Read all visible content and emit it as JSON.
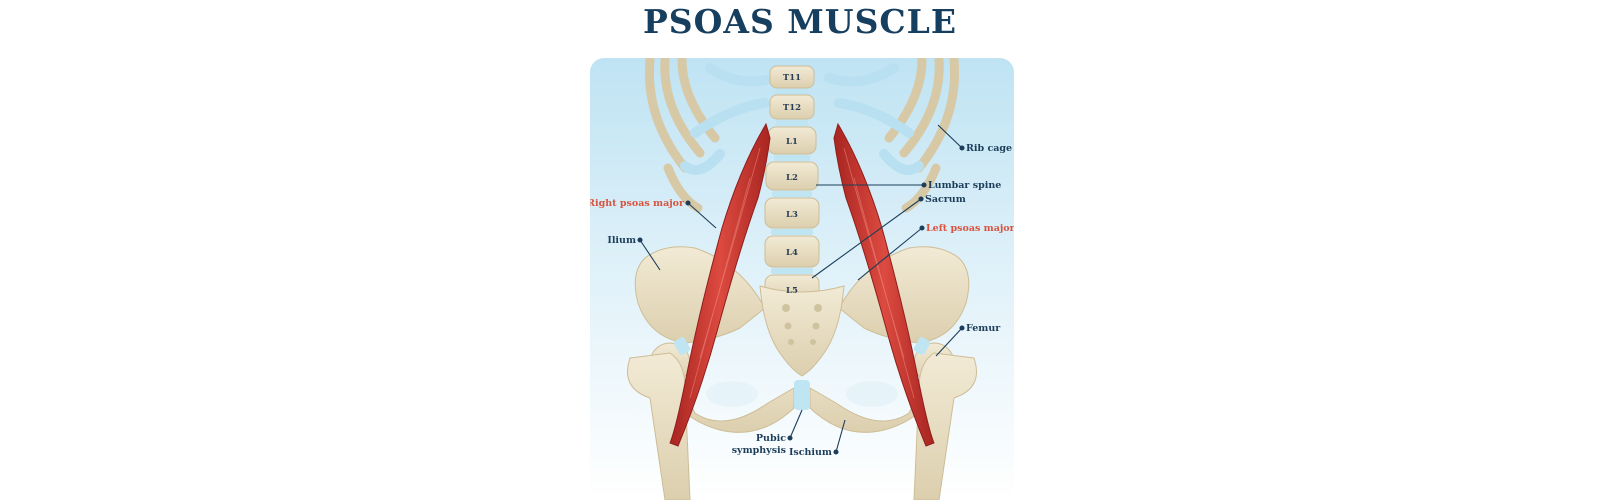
{
  "title": "PSOAS MUSCLE",
  "vertebrae": [
    "T11",
    "T12",
    "L1",
    "L2",
    "L3",
    "L4",
    "L5"
  ],
  "labels": {
    "rib_cage": "Rib cage",
    "lumbar_spine": "Lumbar spine",
    "sacrum": "Sacrum",
    "right_psoas": "Right psoas major",
    "left_psoas": "Left psoas major",
    "ilium": "Ilium",
    "femur": "Femur",
    "pubic_line1": "Pubic",
    "pubic_line2": "symphysis",
    "ischium": "Ischium"
  },
  "colors": {
    "title": "#163f5f",
    "label": "#1d3e5a",
    "psoas_label": "#d9533f",
    "muscle": "#c7322c",
    "bone": "#ebe0c6",
    "cartilage": "#bfe4f2"
  }
}
